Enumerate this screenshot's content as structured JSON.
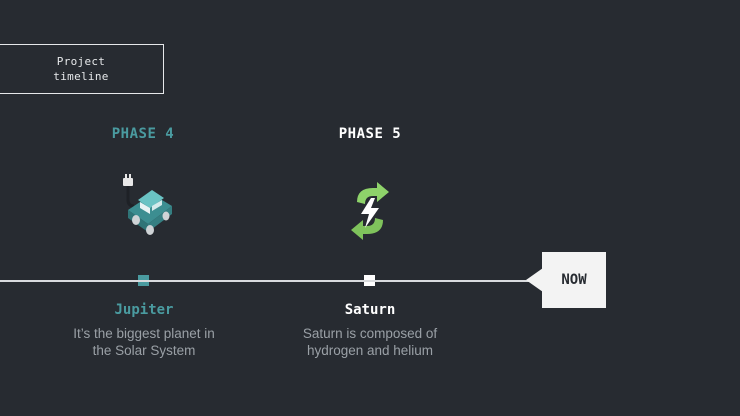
{
  "title": {
    "line1": "Project",
    "line2": "timeline"
  },
  "colors": {
    "accent": "#4a9ba0",
    "background": "#272b31",
    "text": "#ffffff",
    "muted": "#9aa0a6"
  },
  "phases": [
    {
      "label": "PHASE 4",
      "icon": "electric-car-icon",
      "name": "Jupiter",
      "desc1": "It’s the biggest planet in",
      "desc2": "the Solar System"
    },
    {
      "label": "PHASE 5",
      "icon": "renewable-energy-icon",
      "name": "Saturn",
      "desc1": "Saturn is composed of",
      "desc2": "hydrogen and helium"
    }
  ],
  "now": {
    "label": "NOW"
  }
}
